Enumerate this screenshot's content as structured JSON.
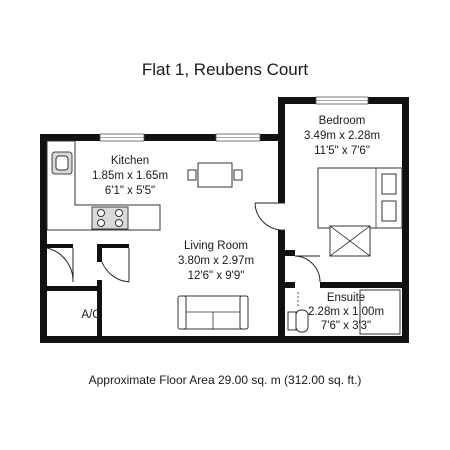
{
  "title": "Flat 1, Reubens Court",
  "rooms": {
    "bedroom": {
      "name": "Bedroom",
      "metric": "3.49m x 2.28m",
      "imperial": "11'5\" x 7'6\""
    },
    "kitchen": {
      "name": "Kitchen",
      "metric": "1.85m x 1.65m",
      "imperial": "6'1\" x 5'5\""
    },
    "living": {
      "name": "Living Room",
      "metric": "3.80m x 2.97m",
      "imperial": "12'6\" x 9'9\""
    },
    "ensuite": {
      "name": "Ensuite",
      "metric": "2.28m x 1.00m",
      "imperial": "7'6\" x 3'3\""
    },
    "ac": {
      "name": "A/C"
    }
  },
  "floor_area": "Approximate Floor Area  29.00 sq. m (312.00 sq. ft.)"
}
